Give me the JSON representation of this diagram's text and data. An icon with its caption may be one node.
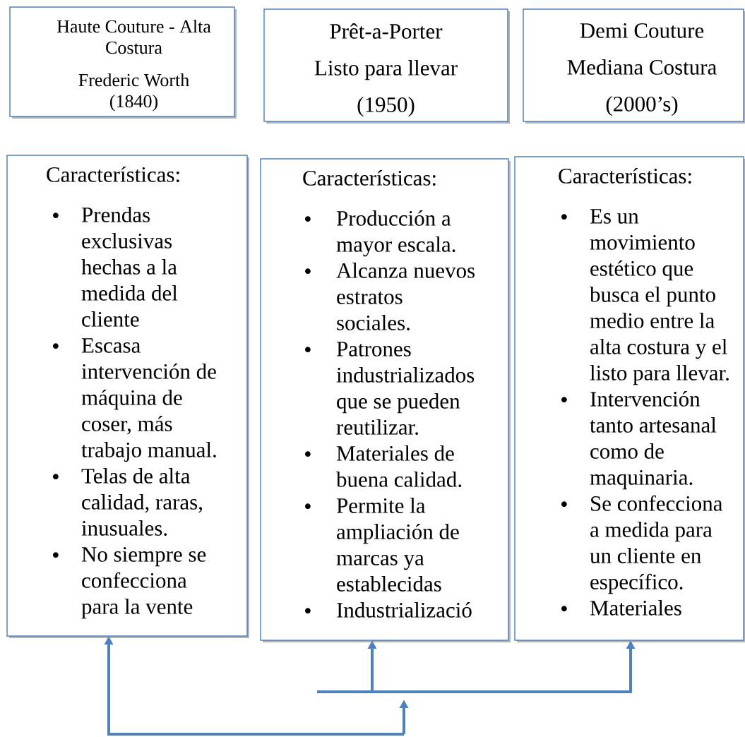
{
  "diagram": {
    "nodes": [
      {
        "text": [
          "Haute Couture - Alta Costura",
          "Frederic Worth (1840)"
        ]
      },
      {
        "text": [
          "Prêt-a-Porter",
          "Listo para llevar",
          "(1950)"
        ]
      },
      {
        "text": [
          "Demi Couture",
          "Mediana Costura",
          "(2000’s)"
        ]
      },
      {
        "text": [
          "Características:",
          "Prendas exclusivas hechas a la medida del cliente",
          "Escasa intervención de máquina de coser, más trabajo manual.",
          "Telas de alta calidad, raras, inusuales.",
          "No siempre se confecciona para la vente"
        ]
      },
      {
        "text": [
          "Características:",
          "Producción a mayor escala.",
          "Alcanza nuevos estratos sociales.",
          "Patrones industrializados que se pueden reutilizar.",
          "Materiales de buena calidad.",
          "Permite la ampliación de marcas ya establecidas",
          "Industrializació"
        ]
      },
      {
        "text": [
          "Características:",
          "Es un movimiento estético que busca el punto medio entre la alta costura y el listo para llevar.",
          "Intervención tanto artesanal como de maquinaria.",
          "Se confecciona a medida para un cliente en específico.",
          "Materiales"
        ]
      }
    ],
    "edges": [
      {
        "from": null,
        "to": 3,
        "arrow": "to"
      },
      {
        "from": null,
        "to": 4,
        "arrow": "to"
      },
      {
        "from": null,
        "to": 5,
        "arrow": "to"
      }
    ]
  }
}
